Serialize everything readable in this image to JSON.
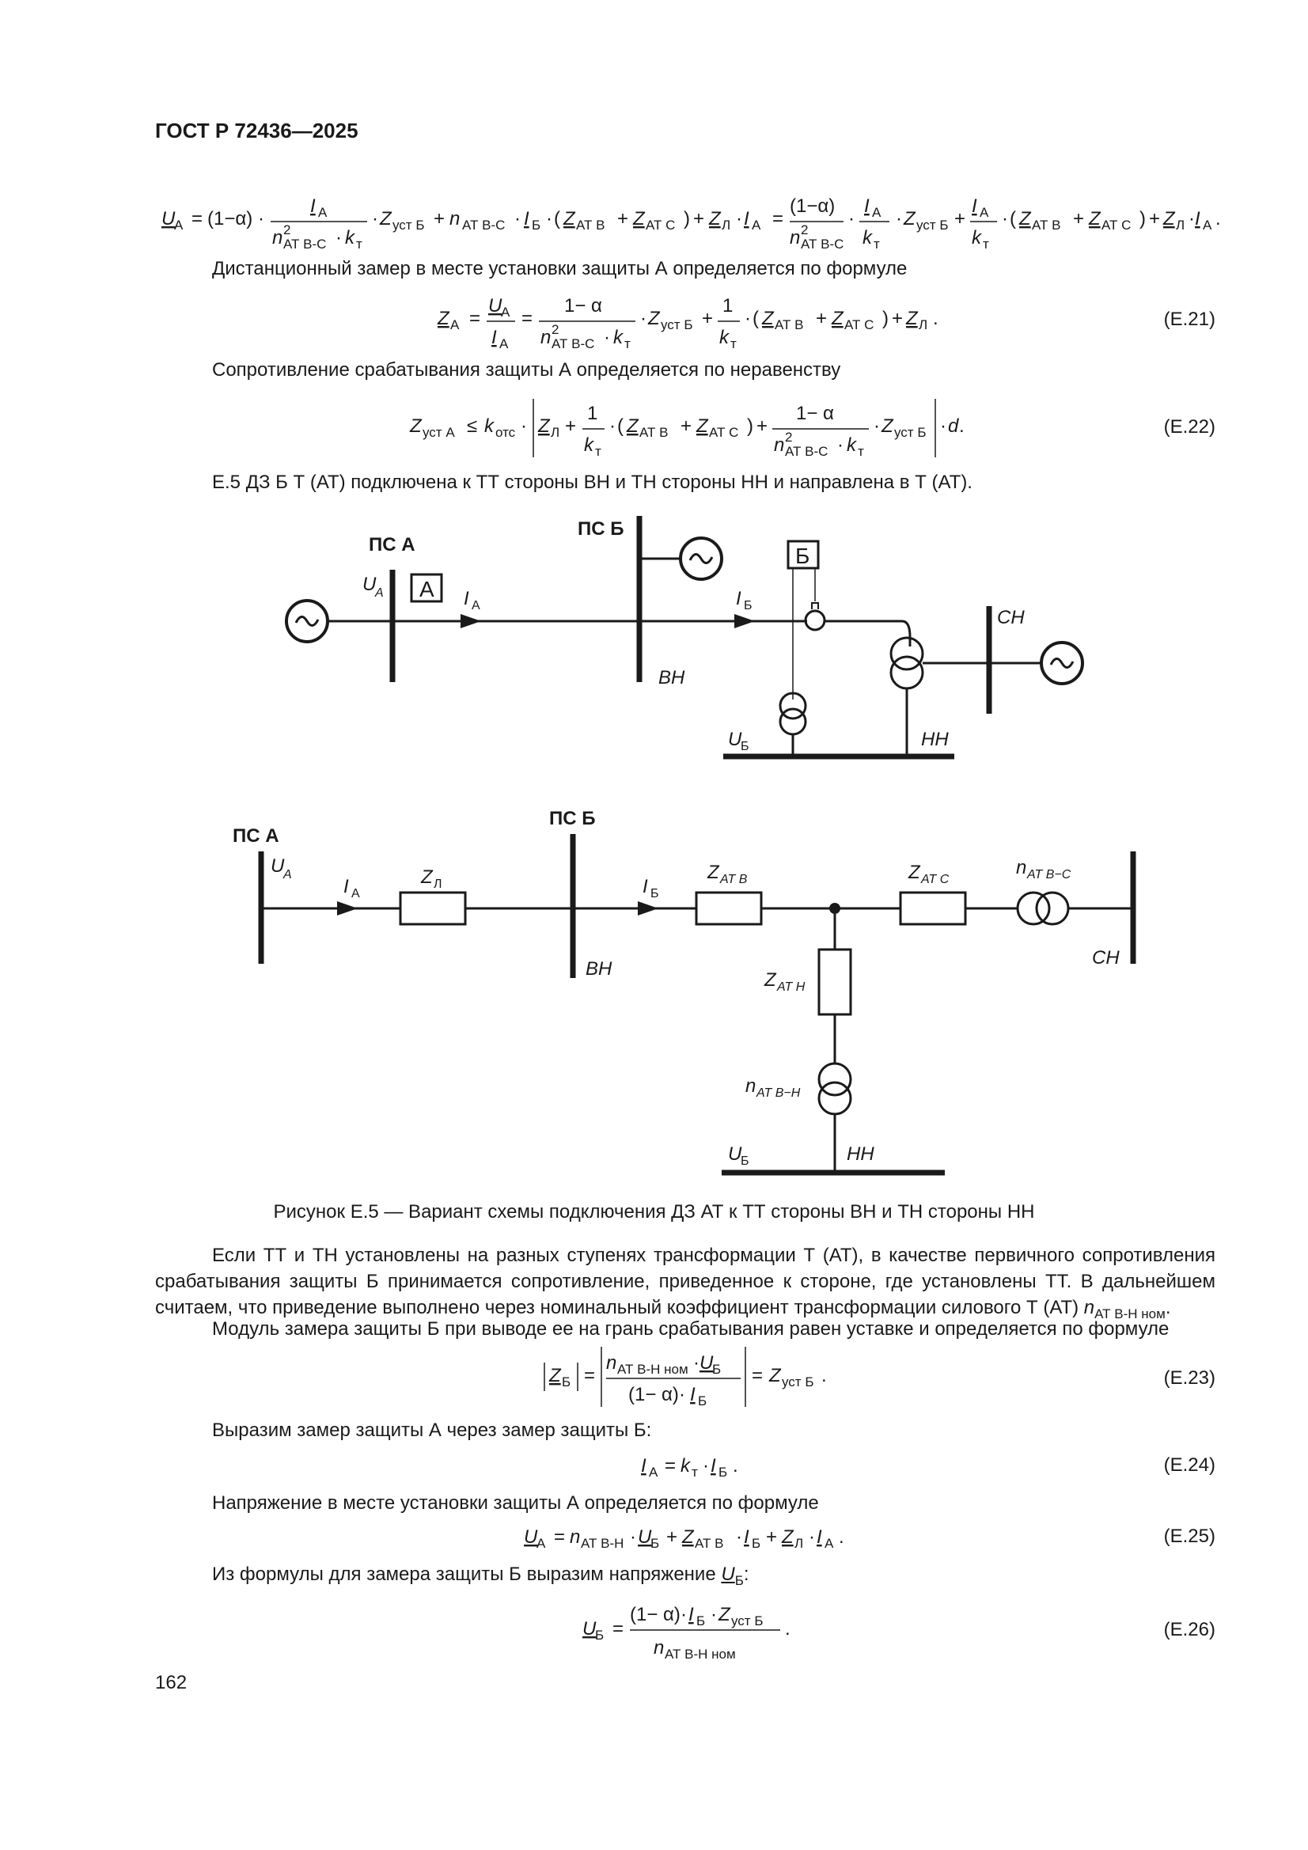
{
  "header": {
    "doc_title": "ГОСТ Р 72436—2025"
  },
  "page_number": "162",
  "paragraphs": {
    "p1": "Дистанционный замер в месте установки защиты А определяется по формуле",
    "p2": "Сопротивление срабатывания защиты А определяется по неравенству",
    "p3": "Е.5 ДЗ Б Т (АТ) подключена к ТТ стороны ВН и ТН стороны НН и направлена в Т (АТ).",
    "p4": "Если ТТ и ТН установлены на разных ступенях трансформации Т (АТ), в качестве первичного сопротивления срабатывания защиты Б принимается сопротивление, приведенное к стороне, где установлены ТТ. В дальнейшем считаем, что приведение выполнено через номинальный коэффициент трансформации силового Т (АТ) ",
    "p4_sym": "n",
    "p4_sub": "АТ В-Н ном",
    "p4_end": ".",
    "p5": "Модуль замера защиты Б при выводе ее на грань срабатывания равен уставке и определяется по формуле",
    "p6": "Выразим замер защиты А через замер защиты Б:",
    "p7": "Напряжение в месте установки защиты А определяется по формуле",
    "p8": "Из формулы для замера защиты Б выразим напряжение ",
    "p8_sym": "U",
    "p8_sub": "Б",
    "p8_end": ":"
  },
  "equation_numbers": {
    "e21": "(Е.21)",
    "e22": "(Е.22)",
    "e23": "(Е.23)",
    "e24": "(Е.24)",
    "e25": "(Е.25)",
    "e26": "(Е.26)"
  },
  "figure": {
    "caption": "Рисунок Е.5 — Вариант схемы подключения ДЗ АТ к ТТ стороны ВН и ТН стороны НН",
    "top": {
      "ps_a": "ПС А",
      "ps_b": "ПС Б",
      "relay_a": "А",
      "relay_b": "Б",
      "u_a": "U",
      "u_a_sub": "A",
      "i_a": "I",
      "i_a_sub": "А",
      "i_b": "I",
      "i_b_sub": "Б",
      "vn": "ВН",
      "sn": "СН",
      "nn": "НН",
      "u_b": "U",
      "u_b_sub": "Б",
      "gen_symbol": "~"
    },
    "bottom": {
      "ps_a": "ПС А",
      "ps_b": "ПС Б",
      "u_a": "U",
      "u_a_sub": "A",
      "i_a": "I",
      "i_a_sub": "А",
      "z_l": "Z",
      "z_l_sub": "Л",
      "i_b": "I",
      "i_b_sub": "Б",
      "z_atv": "Z",
      "z_atv_sub": "AT B",
      "z_atc": "Z",
      "z_atc_sub": "AT C",
      "n_atvc": "n",
      "n_atvc_sub": "AT B−C",
      "vn": "ВН",
      "sn": "СН",
      "z_atn": "Z",
      "z_atn_sub": "AT H",
      "n_atvn": "n",
      "n_atvn_sub": "AT B−H",
      "u_b": "U",
      "u_b_sub": "Б",
      "nn": "НН"
    }
  },
  "equations": {
    "eq0": {
      "lhs": "U",
      "lhs_sub": "А",
      "one_minus_a": "(1−α)",
      "frac1_num": "I",
      "frac1_num_sub": "А",
      "n": "n",
      "n_sup": "2",
      "n_sub": "АТ В-С",
      "k": "k",
      "k_sub": "т",
      "zust": "Z",
      "zust_sub": "уст Б",
      "plus_n": "n",
      "plus_n_sub": "АТ В-С",
      "ib": "I",
      "ib_sub": "Б",
      "zatv": "Z",
      "zatv_sub": "АТ В",
      "zatc": "Z",
      "zatc_sub": "АТ С",
      "zl": "Z",
      "zl_sub": "Л",
      "ia": "I",
      "ia_sub": "А"
    },
    "e21": {
      "za": "Z",
      "za_sub": "А",
      "ua": "U",
      "ua_sub": "А",
      "ia": "I",
      "ia_sub": "А",
      "num": "1− α",
      "n": "n",
      "n_sup": "2",
      "n_sub": "АТ В-С",
      "k": "k",
      "k_sub": "т",
      "zust": "Z",
      "zust_sub": "уст Б",
      "one": "1",
      "zatv": "Z",
      "zatv_sub": "АТ В",
      "zatc": "Z",
      "zatc_sub": "АТ С",
      "zl": "Z",
      "zl_sub": "Л"
    },
    "e22": {
      "zust_a": "Z",
      "zust_a_sub": "уст А",
      "le": "≤",
      "kots": "k",
      "kots_sub": "отс",
      "zl": "Z",
      "zl_sub": "Л",
      "one": "1",
      "k": "k",
      "k_sub": "т",
      "zatv": "Z",
      "zatv_sub": "АТ В",
      "zatc": "Z",
      "zatc_sub": "АТ С",
      "num": "1− α",
      "n": "n",
      "n_sup": "2",
      "n_sub": "АТ В-С",
      "zust_b": "Z",
      "zust_b_sub": "уст Б",
      "d": "d"
    },
    "e23": {
      "zb": "Z",
      "zb_sub": "Б",
      "n": "n",
      "n_sub": "АТ В-Н ном",
      "ub": "U",
      "ub_sub": "Б",
      "den": "(1− α)",
      "ib": "I",
      "ib_sub": "Б",
      "zust": "Z",
      "zust_sub": "уст Б"
    },
    "e24": {
      "ia": "I",
      "ia_sub": "А",
      "k": "k",
      "k_sub": "т",
      "ib": "I",
      "ib_sub": "Б"
    },
    "e25": {
      "ua": "U",
      "ua_sub": "А",
      "n": "n",
      "n_sub": "АТ В-Н",
      "ub": "U",
      "ub_sub": "Б",
      "zatv": "Z",
      "zatv_sub": "АТ В",
      "ib": "I",
      "ib_sub": "Б",
      "zl": "Z",
      "zl_sub": "Л",
      "ia": "I",
      "ia_sub": "А"
    },
    "e26": {
      "ub": "U",
      "ub_sub": "Б",
      "num": "(1− α)",
      "ib": "I",
      "ib_sub": "Б",
      "zust": "Z",
      "zust_sub": "уст Б",
      "n": "n",
      "n_sub": "АТ В-Н ном"
    }
  }
}
